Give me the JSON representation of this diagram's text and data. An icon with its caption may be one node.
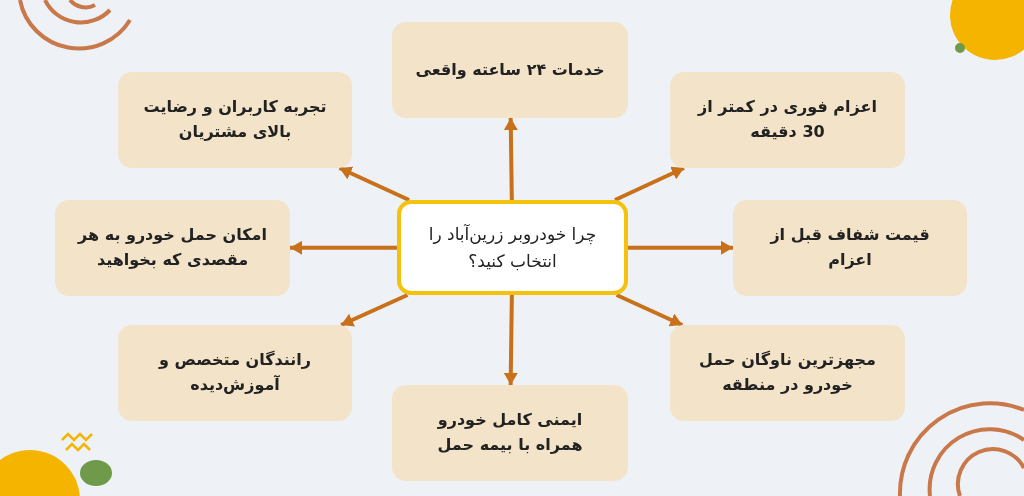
{
  "diagram": {
    "nodes": [
      {
        "text": [
          "چرا خودروبر زرین‌آباد را انتخاب کنید؟"
        ]
      },
      {
        "text": [
          "خدمات ۲۴ ساعته واقعی"
        ]
      },
      {
        "text": [
          "تجربه کاربران و رضایت بالای مشتریان"
        ]
      },
      {
        "text": [
          "اعزام فوری در کمتر از 30 دقیقه"
        ]
      },
      {
        "text": [
          "امکان حمل خودرو به هر مقصدی که بخواهید"
        ]
      },
      {
        "text": [
          "قیمت شفاف قبل از اعزام"
        ]
      },
      {
        "text": [
          "رانندگان متخصص و آموزش‌دیده"
        ]
      },
      {
        "text": [
          "مجهزترین ناوگان حمل خودرو در منطقه"
        ]
      },
      {
        "text": [
          "ایمنی کامل خودرو همراه با بیمه حمل"
        ]
      }
    ],
    "edges": [
      {
        "from": 0,
        "to": 1,
        "arrow": "to"
      },
      {
        "from": 0,
        "to": 2,
        "arrow": "to"
      },
      {
        "from": 0,
        "to": 3,
        "arrow": "to"
      },
      {
        "from": 0,
        "to": 4,
        "arrow": "to"
      },
      {
        "from": 0,
        "to": 5,
        "arrow": "to"
      },
      {
        "from": 0,
        "to": 6,
        "arrow": "to"
      },
      {
        "from": 0,
        "to": 7,
        "arrow": "to"
      },
      {
        "from": 0,
        "to": 8,
        "arrow": "to"
      }
    ]
  }
}
